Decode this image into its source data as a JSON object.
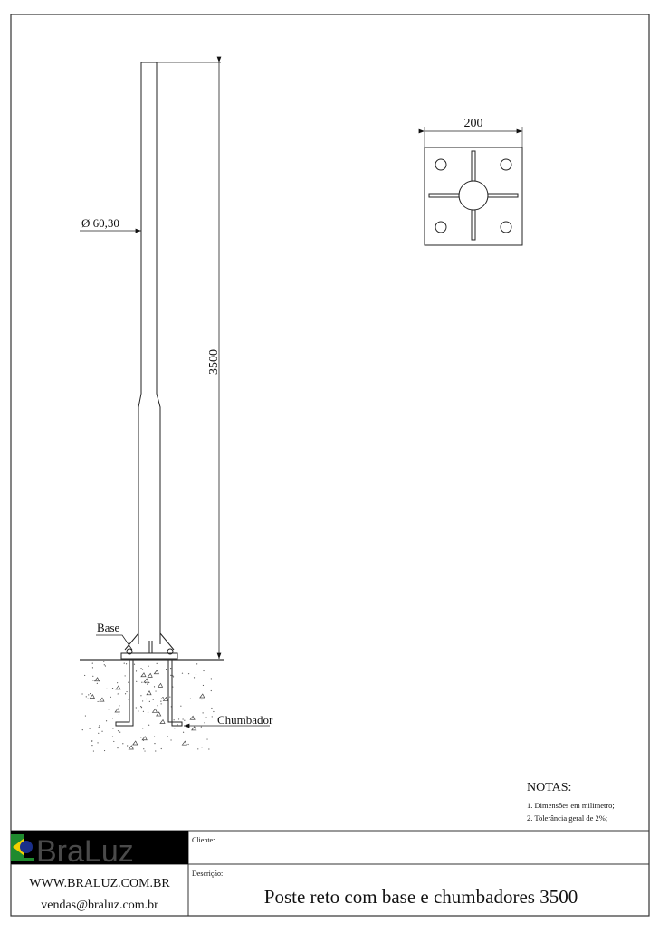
{
  "drawing": {
    "diameter_label": "Ø 60,30",
    "height_label": "3500",
    "base_width_label": "200",
    "base_label": "Base",
    "anchor_label": "Chumbador"
  },
  "notes": {
    "title": "NOTAS:",
    "items": [
      "1. Dimensões em milimetro;",
      "2. Tolerância geral de 2%;"
    ]
  },
  "title_block": {
    "logo_text": "BraLuz",
    "website": "WWW.BRALUZ.COM.BR",
    "email": "vendas@braluz.com.br",
    "client_label": "Cliente:",
    "client_value": "",
    "description_label": "Descrição:",
    "description": "Poste reto com base e chumbadores 3500"
  },
  "colors": {
    "logo_bg": "#000000",
    "logo_text": "#4a4a4a",
    "flag_green": "#1f8a2e",
    "flag_yellow": "#f2d000",
    "flag_blue": "#1a2f8a"
  }
}
